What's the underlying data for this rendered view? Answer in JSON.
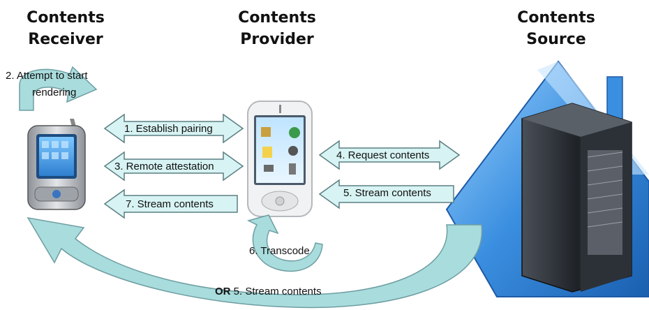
{
  "columns": {
    "receiver": {
      "line1": "Contents",
      "line2": "Receiver"
    },
    "provider": {
      "line1": "Contents",
      "line2": "Provider"
    },
    "source": {
      "line1": "Contents",
      "line2": "Source"
    }
  },
  "steps": {
    "s1": "1. Establish pairing",
    "s2_line1": "2. Attempt to start",
    "s2_line2": "rendering",
    "s3": "3. Remote attestation",
    "s4": "4. Request contents",
    "s5": "5. Stream contents",
    "s6": "6. Transcode",
    "s7": "7. Stream contents",
    "alt_prefix": "OR",
    "alt_text": " 5. Stream contents"
  },
  "colors": {
    "arrow_fill": "#d8f3f3",
    "arrow_stroke": "#5a7f82",
    "curve_fill": "#a9dcdc",
    "curve_dark": "#6e9ea2",
    "house": "#3b8fe0",
    "server": "#2a2f36"
  }
}
